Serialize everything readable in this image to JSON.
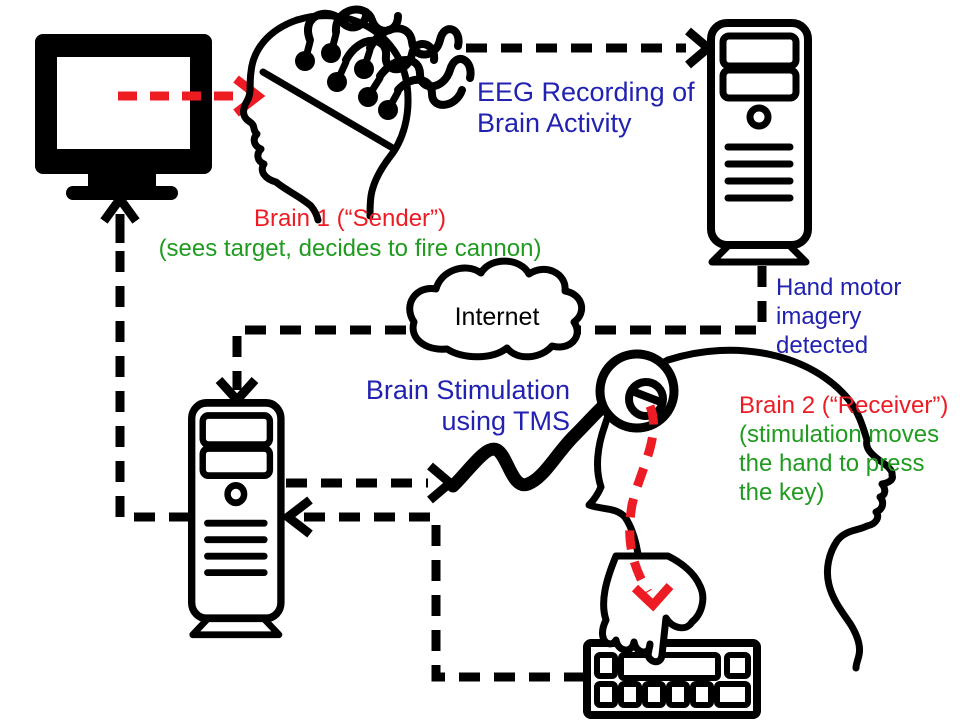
{
  "colors": {
    "red": "#ED1C24",
    "blue": "#2222B2",
    "green": "#1F9B1F",
    "black": "#000000",
    "background": "#FFFFFF"
  },
  "diagram": {
    "eeg_label": {
      "line1": "EEG Recording of",
      "line2": "Brain Activity"
    },
    "brain1": {
      "title": "Brain 1 (“Sender”)",
      "caption": "(sees target, decides to fire cannon)"
    },
    "internet": {
      "label": "Internet"
    },
    "hand_motor": {
      "line1": "Hand motor",
      "line2": "imagery",
      "line3": "detected"
    },
    "tms_label": {
      "line1": "Brain Stimulation",
      "line2": "using TMS"
    },
    "brain2": {
      "title": "Brain 2 (“Receiver”)",
      "caption1": "(stimulation moves",
      "caption2": "the hand to press",
      "caption3": "the key)"
    }
  },
  "icons": {
    "monitor": "crt-monitor-pictogram",
    "sender_head": "head-profile-with-eeg-cap-pictogram",
    "computer_right": "desktop-tower-pictogram",
    "computer_left": "desktop-tower-pictogram",
    "internet_cloud": "cloud-pictogram",
    "tms_coil": "tms-coil-pictogram",
    "receiver_head": "head-profile-pictogram",
    "hand": "hand-pressing-key-pictogram",
    "keyboard": "keyboard-pictogram"
  }
}
